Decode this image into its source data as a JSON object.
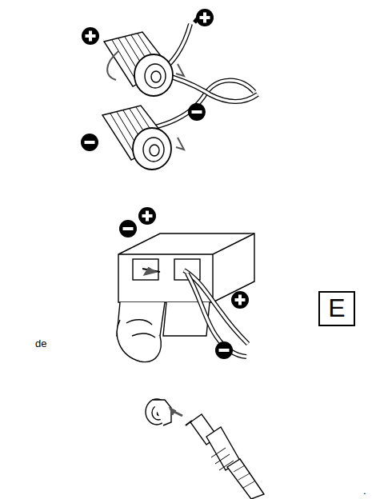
{
  "diagram": {
    "nodes": [
      {
        "text": [
          "E"
        ]
      }
    ],
    "labels": [
      "de",
      "."
    ]
  }
}
